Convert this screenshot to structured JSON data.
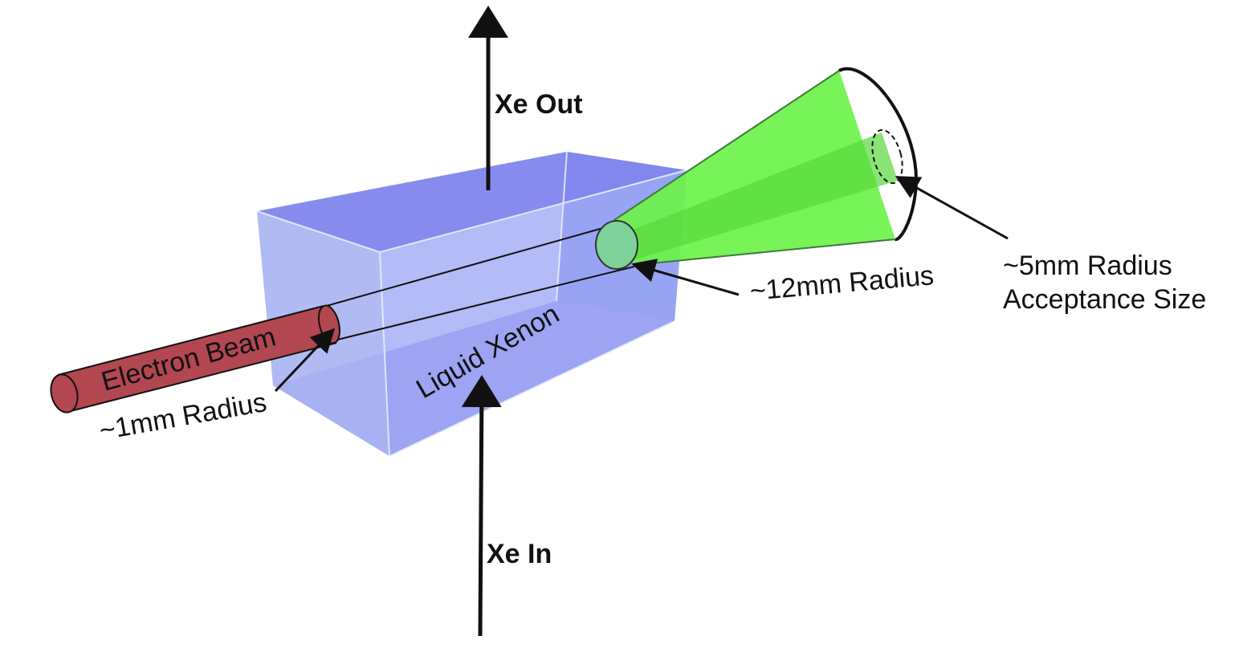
{
  "labels": {
    "xe_out": "Xe Out",
    "xe_in": "Xe In",
    "liquid_xenon": "Liquid Xenon",
    "electron_beam": "Electron Beam",
    "radius_1mm": "~1mm Radius",
    "radius_12mm": "~12mm Radius",
    "acceptance_line1": "~5mm Radius",
    "acceptance_line2": "Acceptance Size"
  },
  "colors": {
    "box_front": "#a8b4f2",
    "box_top": "#7f86ec",
    "box_side": "#7f8ff0",
    "box_bottom": "#9d97f0",
    "beam": "#b2474f",
    "cone": "#6cf24a",
    "cone_inner": "#57d93a",
    "spot": "#7dd29a"
  }
}
